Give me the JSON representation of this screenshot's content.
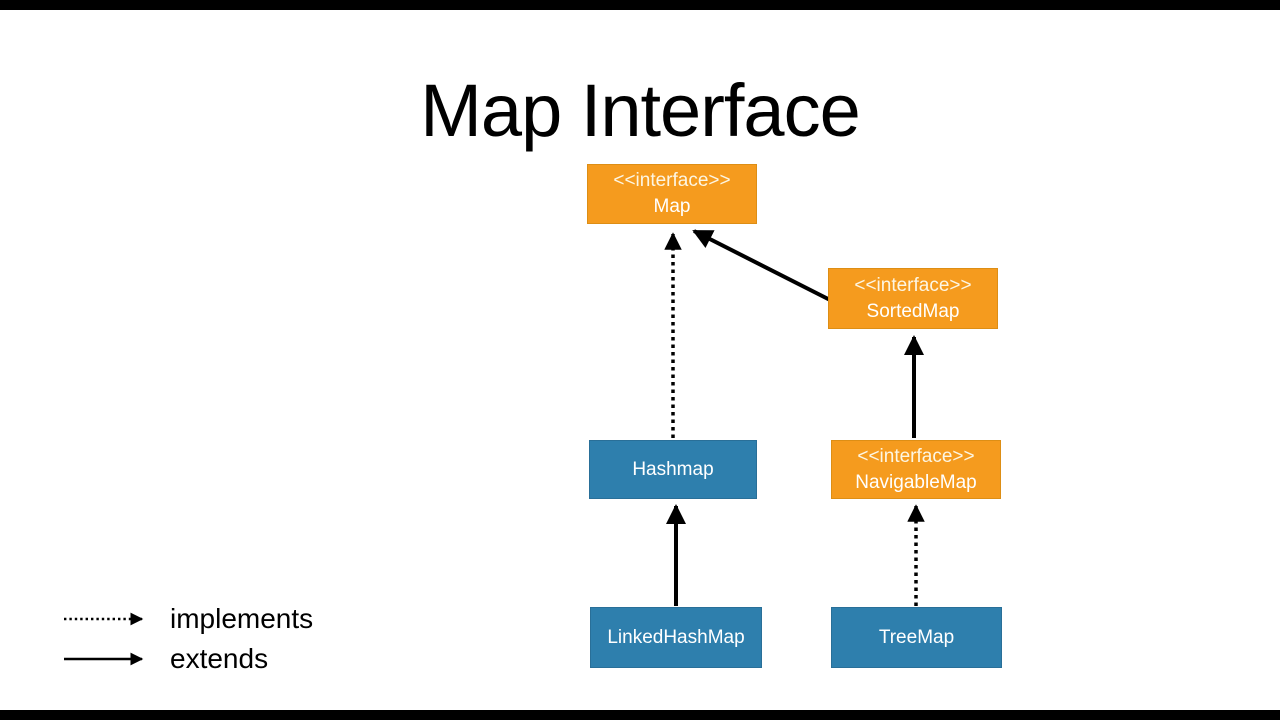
{
  "title": "Map Interface",
  "colors": {
    "interface_fill": "#F59B1E",
    "interface_border": "#DD8E15",
    "class_fill": "#2E7FAD",
    "class_border": "#296F98",
    "arrow": "#000000",
    "background": "#FFFFFF",
    "letterbox": "#000000"
  },
  "nodes": {
    "map": {
      "stereotype": "<<interface>>",
      "label": "Map",
      "kind": "interface"
    },
    "sortedMap": {
      "stereotype": "<<interface>>",
      "label": "SortedMap",
      "kind": "interface"
    },
    "navigableMap": {
      "stereotype": "<<interface>>",
      "label": "NavigableMap",
      "kind": "interface"
    },
    "hashmap": {
      "label": "Hashmap",
      "kind": "class"
    },
    "linkedHashMap": {
      "label": "LinkedHashMap",
      "kind": "class"
    },
    "treeMap": {
      "label": "TreeMap",
      "kind": "class"
    }
  },
  "edges": [
    {
      "from": "Hashmap",
      "to": "Map",
      "type": "implements"
    },
    {
      "from": "SortedMap",
      "to": "Map",
      "type": "extends"
    },
    {
      "from": "NavigableMap",
      "to": "SortedMap",
      "type": "extends"
    },
    {
      "from": "TreeMap",
      "to": "NavigableMap",
      "type": "implements"
    },
    {
      "from": "LinkedHashMap",
      "to": "Hashmap",
      "type": "extends"
    }
  ],
  "legend": [
    {
      "style": "dotted",
      "label": "implements"
    },
    {
      "style": "solid",
      "label": "extends"
    }
  ]
}
